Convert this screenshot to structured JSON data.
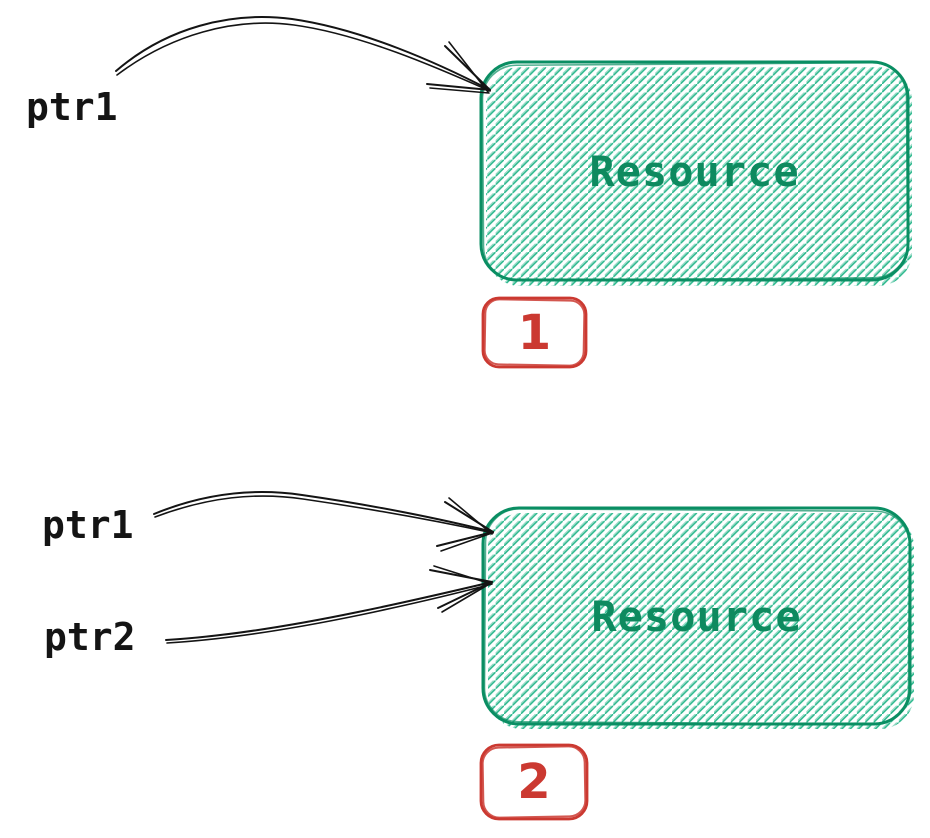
{
  "colors": {
    "resource_stroke": "#0a8e63",
    "resource_hatch": "#27b68a",
    "resource_text": "#0e8a5f",
    "count_red": "#cb3931",
    "arrow_black": "#141414"
  },
  "scene1": {
    "pointers": [
      {
        "label": "ptr1"
      }
    ],
    "resource_label": "Resource",
    "ref_count": "1"
  },
  "scene2": {
    "pointers": [
      {
        "label": "ptr1"
      },
      {
        "label": "ptr2"
      }
    ],
    "resource_label": "Resource",
    "ref_count": "2"
  }
}
